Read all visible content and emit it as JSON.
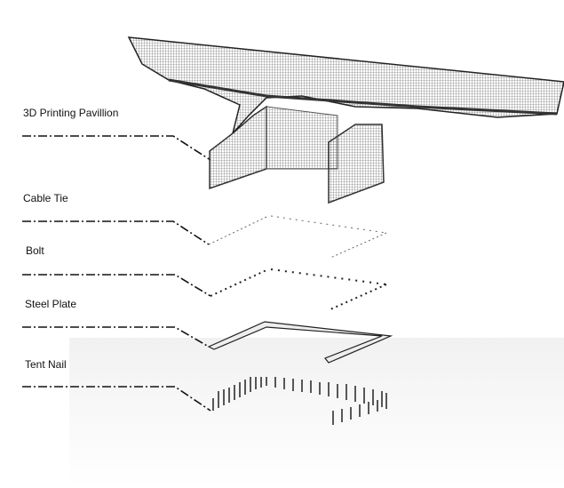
{
  "diagram": {
    "title": "Exploded axonometric of pavilion components",
    "layers": [
      {
        "id": "pavilion",
        "label": "3D Printing Pavillion"
      },
      {
        "id": "cable-tie",
        "label": "Cable Tie"
      },
      {
        "id": "bolt",
        "label": "Bolt"
      },
      {
        "id": "steel-plate",
        "label": "Steel Plate"
      },
      {
        "id": "tent-nail",
        "label": "Tent Nail"
      }
    ],
    "colors": {
      "line": "#111111",
      "mesh": "#555555",
      "ground": "#f1f1f1"
    }
  }
}
